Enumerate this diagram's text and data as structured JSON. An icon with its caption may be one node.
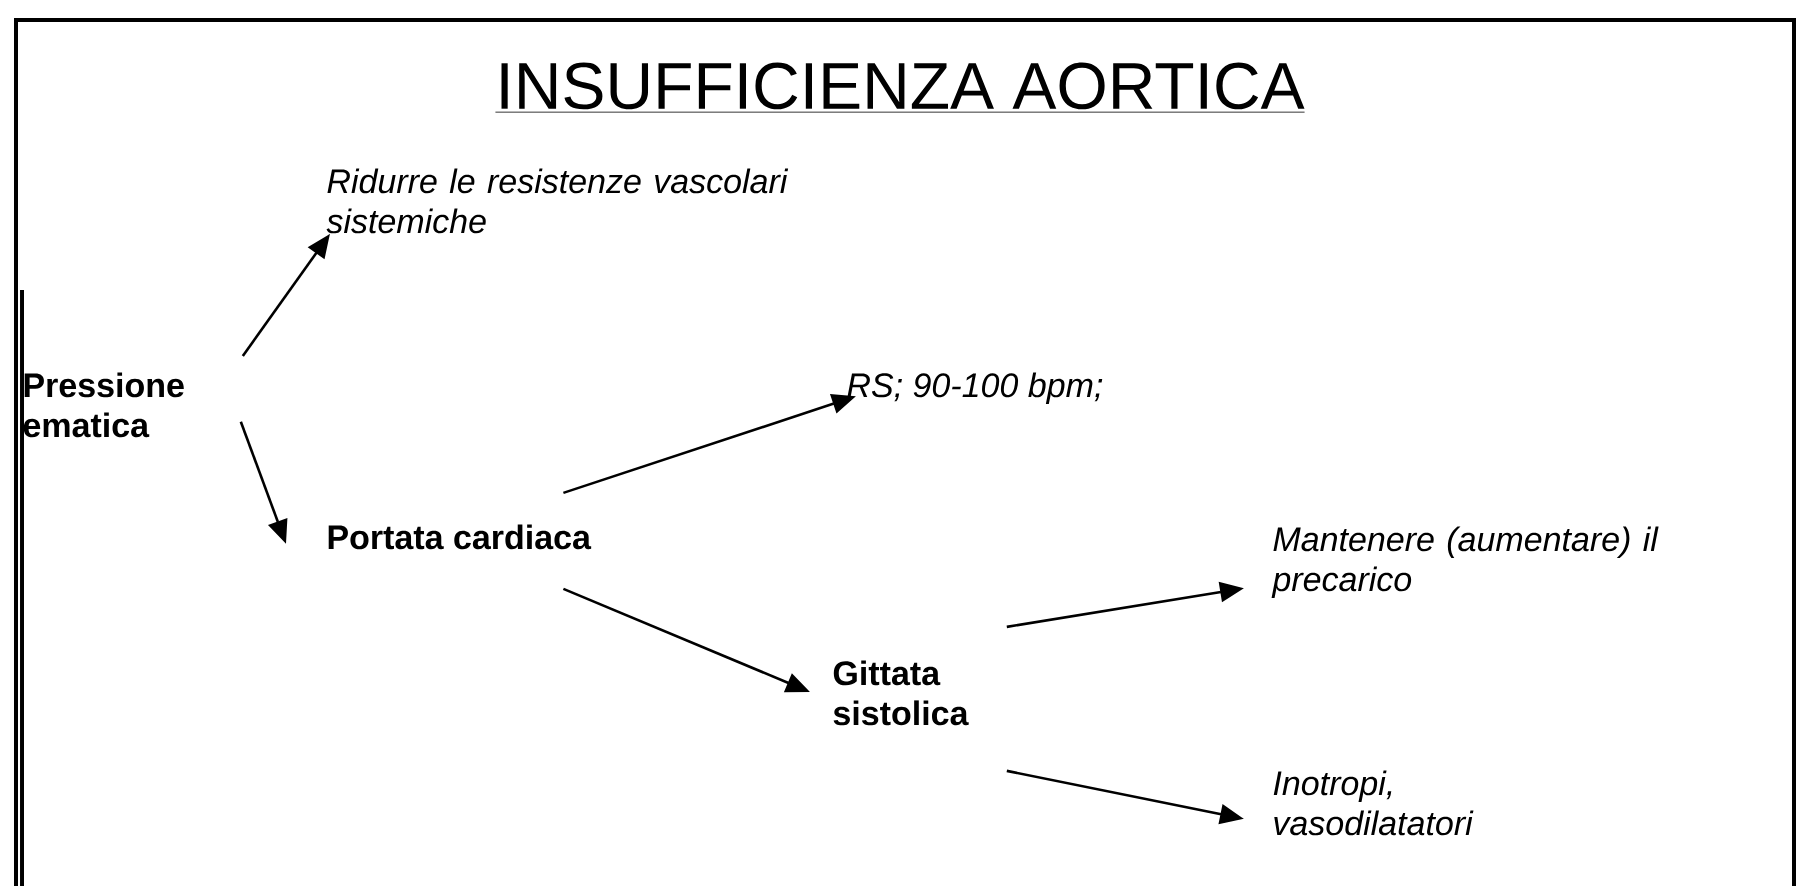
{
  "diagram": {
    "title": "INSUFFICIENZA  AORTICA",
    "nodes": [
      {
        "text": [
          "Pressione ematica"
        ]
      },
      {
        "text": [
          "Ridurre le resistenze vascolari sistemiche"
        ]
      },
      {
        "text": [
          "Portata cardiaca"
        ]
      },
      {
        "text": [
          "RS; 90-100 bpm;"
        ]
      },
      {
        "text": [
          "Gittata sistolica"
        ]
      },
      {
        "text": [
          "Mantenere (aumentare) il precarico"
        ]
      },
      {
        "text": [
          "Inotropi, vasodilatatori"
        ]
      }
    ],
    "edges": [
      {
        "from": 0,
        "to": 1,
        "arrow": "to"
      },
      {
        "from": 0,
        "to": 2,
        "arrow": "to"
      },
      {
        "from": 2,
        "to": 3,
        "arrow": "to"
      },
      {
        "from": 2,
        "to": 4,
        "arrow": "to"
      },
      {
        "from": 4,
        "to": 5,
        "arrow": "to"
      },
      {
        "from": 4,
        "to": 6,
        "arrow": "to"
      }
    ]
  }
}
